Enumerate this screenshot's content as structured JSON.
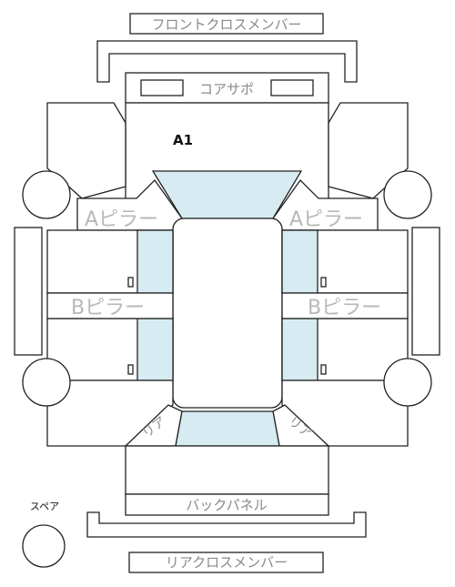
{
  "labels": {
    "front_cross_member": "フロントクロスメンバー",
    "core_support": "コアサポ",
    "marker": "A1",
    "a_pillar_left": "Aピラー",
    "a_pillar_right": "Aピラー",
    "b_pillar_left": "Bピラー",
    "b_pillar_right": "Bピラー",
    "rear_left": "リア",
    "rear_right": "リア",
    "spare": "スペア",
    "back_panel": "バックパネル",
    "rear_cross_member": "リアクロスメンバー"
  },
  "colors": {
    "glass": "#d7ecf2",
    "outline": "#222222",
    "label_gray": "#8a8a8a"
  }
}
